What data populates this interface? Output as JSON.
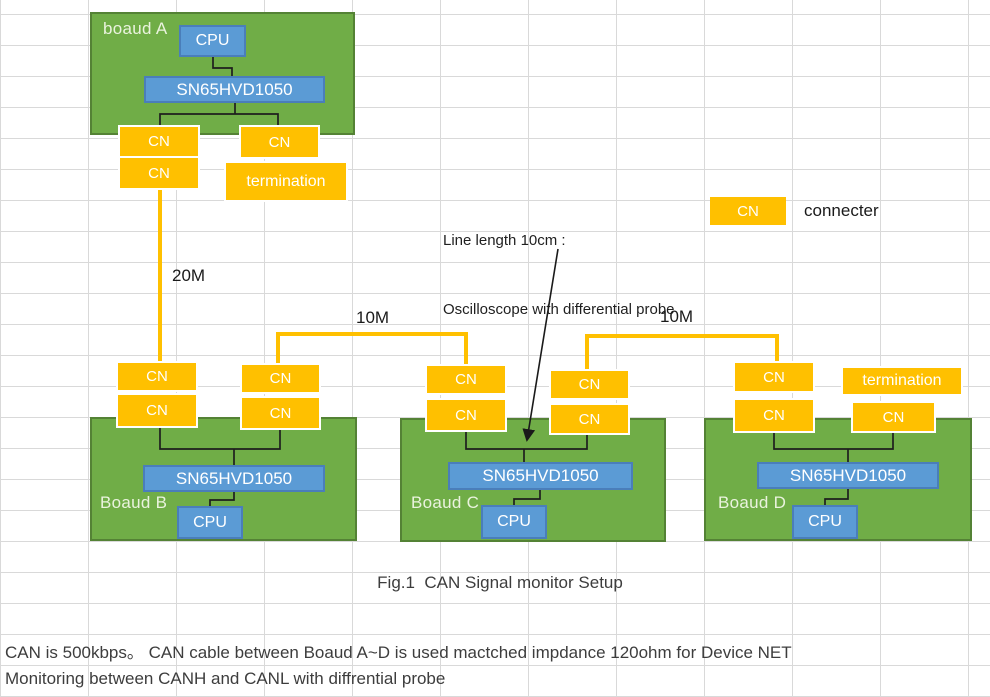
{
  "labels": {
    "cn": "CN",
    "cpu": "CPU",
    "transceiver": "SN65HVD1050",
    "termination": "termination"
  },
  "boards": {
    "a": {
      "name": "boaud A"
    },
    "b": {
      "name": "Boaud B"
    },
    "c": {
      "name": "Boaud C"
    },
    "d": {
      "name": "Boaud D"
    }
  },
  "cables": {
    "a_to_b": "20M",
    "b_to_c": "10M",
    "c_to_d": "10M"
  },
  "note": {
    "line1": "Line length 10cm :",
    "line2": "Oscilloscope with differential probe"
  },
  "legend": {
    "symbol": "CN",
    "label": "connecter"
  },
  "caption": "Fig.1  CAN Signal monitor Setup",
  "footer": {
    "line1": "CAN is 500kbps。 CAN cable between Boaud A~D is used mactched impdance 120ohm for Device NET",
    "line2": "Monitoring between CANH and CANL with diffrential probe"
  },
  "colors": {
    "board_green": "#70AD47",
    "board_border_green": "#548235",
    "chip_blue": "#5B9BD5",
    "chip_border_blue": "#4A7EBA",
    "cable_orange": "#FFC000",
    "grid_line": "#D9D9D9"
  }
}
